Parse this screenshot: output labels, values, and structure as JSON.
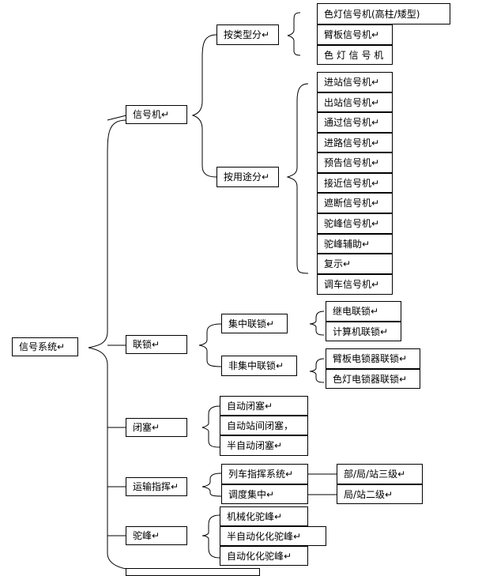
{
  "root": "信号系统↵",
  "categories": {
    "signal": {
      "label": "信号机↵",
      "by_type": {
        "label": "按类型分↵",
        "items": [
          "色灯信号机(高柱/矮型)",
          "臂板信号机↵",
          "色 灯 信 号 机"
        ]
      },
      "by_use": {
        "label": "按用途分↵",
        "items": [
          "进站信号机↵",
          "出站信号机↵",
          "通过信号机↵",
          "进路信号机↵",
          "预告信号机↵",
          "接近信号机↵",
          "遮断信号机↵",
          "驼峰信号机↵",
          "驼峰辅助↵",
          "复示↵",
          "调车信号机↵"
        ]
      }
    },
    "interlock": {
      "label": "联锁↵",
      "centralized": {
        "label": "集中联锁↵",
        "items": [
          "继电联锁↵",
          "计算机联锁↵"
        ]
      },
      "non_centralized": {
        "label": "非集中联锁↵",
        "items": [
          "臂板电锁器联锁↵",
          "色灯电锁器联锁↵"
        ]
      }
    },
    "block": {
      "label": "闭塞↵",
      "items": [
        "自动闭塞↵",
        "自动站间闭塞，",
        "半自动闭塞↵"
      ]
    },
    "dispatch": {
      "label": "运输指挥↵",
      "train_command": {
        "label": "列车指挥系统↵",
        "level": "部/局/站三级↵"
      },
      "centralized_dispatch": {
        "label": "调度集中↵",
        "level": "局/站二级↵"
      }
    },
    "hump": {
      "label": "驼峰↵",
      "items": [
        "机械化驼峰↵",
        "半自动化化驼峰↵",
        "自动化化驼峰↵"
      ]
    }
  }
}
